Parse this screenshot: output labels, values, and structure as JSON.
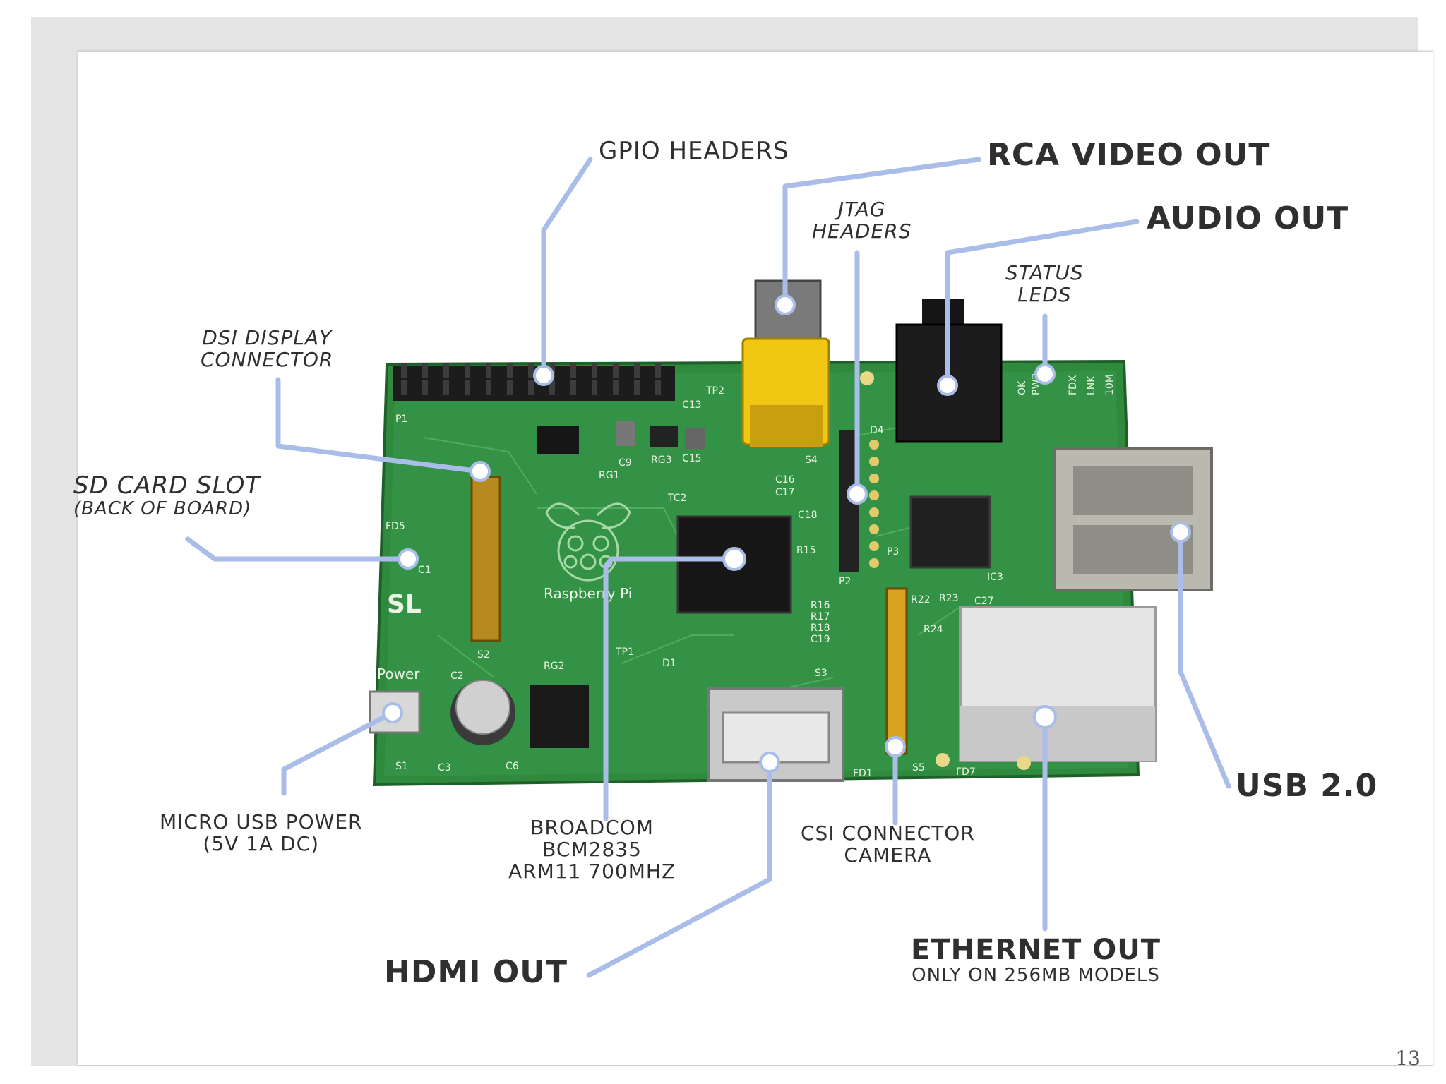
{
  "slide": {
    "page_number": "13",
    "colors": {
      "leader_line": "#a9bde8",
      "board": "#2f8a3e",
      "text": "#2f2f2f"
    }
  },
  "labels": {
    "gpio": "GPIO HEADERS",
    "rca": "RCA VIDEO OUT",
    "jtag_1": "JTAG",
    "jtag_2": "HEADERS",
    "audio": "AUDIO OUT",
    "status_1": "STATUS",
    "status_2": "LEDS",
    "dsi_1": "DSI DISPLAY",
    "dsi_2": "CONNECTOR",
    "sd_1": "SD CARD SLOT",
    "sd_2": "(BACK OF BOARD)",
    "micro_usb_1": "MICRO USB POWER",
    "micro_usb_2": "(5V 1A DC)",
    "broadcom_1": "BROADCOM",
    "broadcom_2": "BCM2835",
    "broadcom_3": "ARM11 700MHZ",
    "csi_1": "CSI CONNECTOR",
    "csi_2": "CAMERA",
    "usb": "USB 2.0",
    "hdmi": "HDMI OUT",
    "ethernet_1": "ETHERNET OUT",
    "ethernet_2": "ONLY ON 256MB MODELS"
  },
  "board_silkscreen": {
    "p1": "P1",
    "tp2": "TP2",
    "c13": "C13",
    "c9": "C9",
    "rg3": "RG3",
    "c15": "C15",
    "rg1": "RG1",
    "tc2": "TC2",
    "c16": "C16",
    "c17": "C17",
    "c18": "C18",
    "r15": "R15",
    "s4": "S4",
    "d4": "D4",
    "p2": "P2",
    "p3": "P3",
    "fd5": "FD5",
    "c1": "C1",
    "sl": "SL",
    "s2": "S2",
    "power": "Power",
    "c2": "C2",
    "s1": "S1",
    "c3": "C3",
    "c6": "C6",
    "rg2": "RG2",
    "tp1": "TP1",
    "d1": "D1",
    "s3": "S3",
    "fd1": "FD1",
    "s5": "S5",
    "fd7": "FD7",
    "r22": "R22",
    "r23": "R23",
    "r24": "R24",
    "c27": "C27",
    "ic3": "IC3",
    "r16": "R16",
    "r17": "R17",
    "r18": "R18",
    "c19": "C19",
    "led_ok": "OK",
    "led_pwr": "PWR",
    "led_fdx": "FDX",
    "led_lnk": "LNK",
    "led_10m": "10M",
    "logo": "Raspberry Pi"
  }
}
